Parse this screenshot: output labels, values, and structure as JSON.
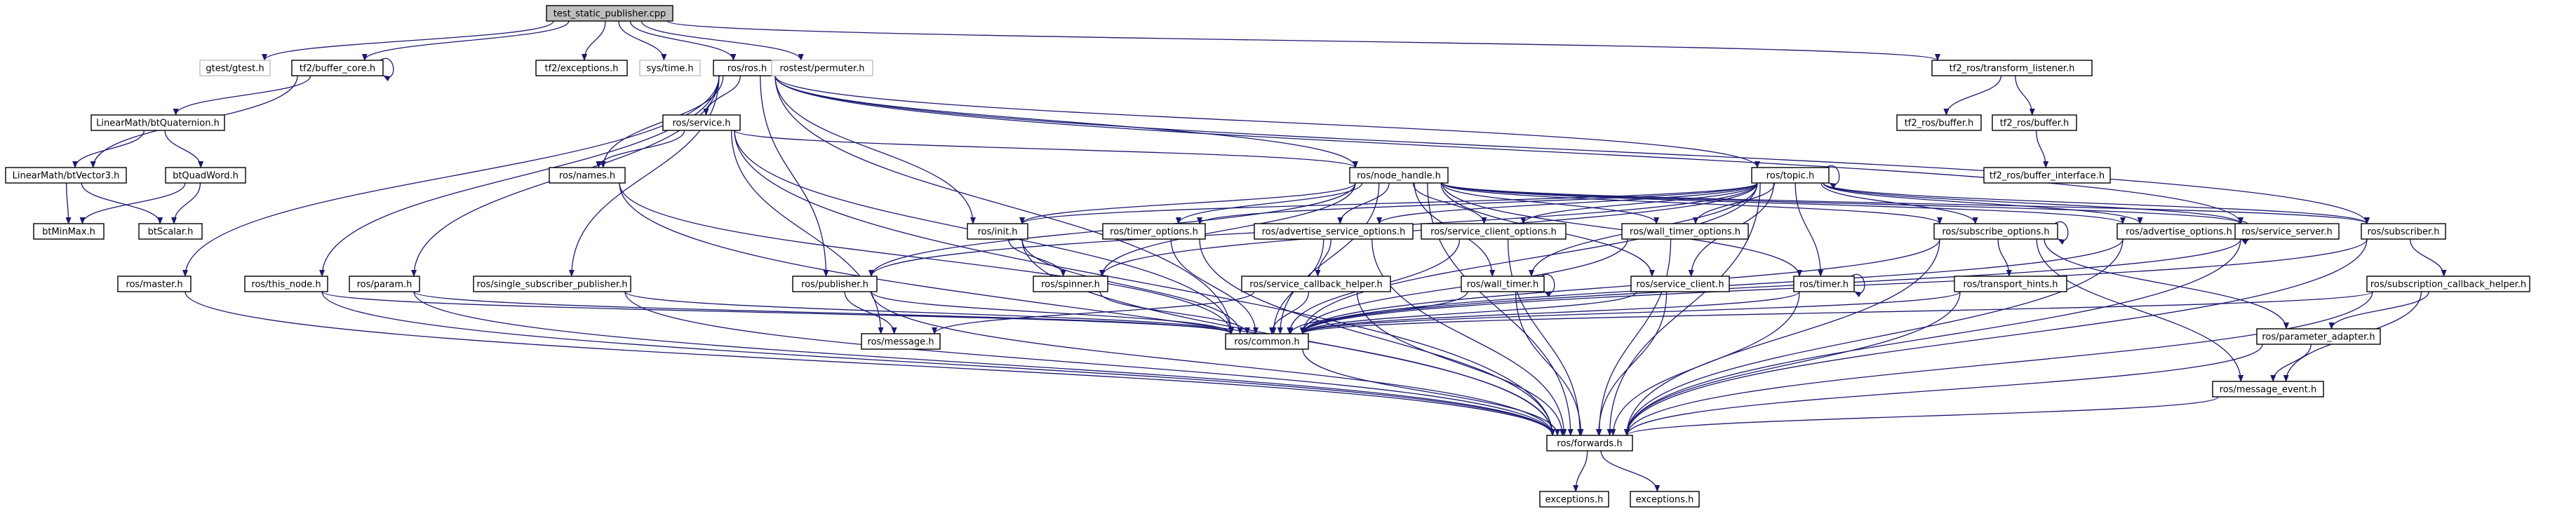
{
  "graph": {
    "root": "test_static_publisher.cpp",
    "nodes": [
      {
        "id": "root",
        "label": "test_static_publisher.cpp",
        "kind": "root"
      },
      {
        "id": "gtest",
        "label": "gtest/gtest.h",
        "kind": "external"
      },
      {
        "id": "buffer_core",
        "label": "tf2/buffer_core.h",
        "kind": "header"
      },
      {
        "id": "tf2_exceptions",
        "label": "tf2/exceptions.h",
        "kind": "header"
      },
      {
        "id": "sys_time",
        "label": "sys/time.h",
        "kind": "external"
      },
      {
        "id": "ros_h",
        "label": "ros/ros.h",
        "kind": "header"
      },
      {
        "id": "permuter",
        "label": "rostest/permuter.h",
        "kind": "external"
      },
      {
        "id": "transform_listener",
        "label": "tf2_ros/transform_listener.h",
        "kind": "header"
      },
      {
        "id": "quaternion",
        "label": "LinearMath/btQuaternion.h",
        "kind": "header"
      },
      {
        "id": "vector3",
        "label": "LinearMath/btVector3.h",
        "kind": "header"
      },
      {
        "id": "quadword",
        "label": "btQuadWord.h",
        "kind": "header"
      },
      {
        "id": "minmax",
        "label": "btMinMax.h",
        "kind": "header"
      },
      {
        "id": "scalar",
        "label": "btScalar.h",
        "kind": "header"
      },
      {
        "id": "service_h",
        "label": "ros/service.h",
        "kind": "header"
      },
      {
        "id": "names_h",
        "label": "ros/names.h",
        "kind": "header"
      },
      {
        "id": "node_handle",
        "label": "ros/node_handle.h",
        "kind": "header"
      },
      {
        "id": "topic_h",
        "label": "ros/topic.h",
        "kind": "header"
      },
      {
        "id": "tf2_buffer_a",
        "label": "tf2_ros/buffer.h",
        "kind": "header"
      },
      {
        "id": "tf2_buffer_b",
        "label": "tf2_ros/buffer.h",
        "kind": "header"
      },
      {
        "id": "buffer_interface",
        "label": "tf2_ros/buffer_interface.h",
        "kind": "header"
      },
      {
        "id": "master_h",
        "label": "ros/master.h",
        "kind": "header"
      },
      {
        "id": "this_node",
        "label": "ros/this_node.h",
        "kind": "header"
      },
      {
        "id": "param_h",
        "label": "ros/param.h",
        "kind": "header"
      },
      {
        "id": "single_sub_pub",
        "label": "ros/single_subscriber_publisher.h",
        "kind": "header"
      },
      {
        "id": "publisher_h",
        "label": "ros/publisher.h",
        "kind": "header"
      },
      {
        "id": "init_h",
        "label": "ros/init.h",
        "kind": "header"
      },
      {
        "id": "spinner_h",
        "label": "ros/spinner.h",
        "kind": "header"
      },
      {
        "id": "timer_options",
        "label": "ros/timer_options.h",
        "kind": "header"
      },
      {
        "id": "advertise_service_options",
        "label": "ros/advertise_service_options.h",
        "kind": "header"
      },
      {
        "id": "service_callback_helper",
        "label": "ros/service_callback_helper.h",
        "kind": "header"
      },
      {
        "id": "service_client_options",
        "label": "ros/service_client_options.h",
        "kind": "header"
      },
      {
        "id": "wall_timer_options",
        "label": "ros/wall_timer_options.h",
        "kind": "header"
      },
      {
        "id": "wall_timer",
        "label": "ros/wall_timer.h",
        "kind": "header"
      },
      {
        "id": "service_client",
        "label": "ros/service_client.h",
        "kind": "header"
      },
      {
        "id": "timer_h",
        "label": "ros/timer.h",
        "kind": "header"
      },
      {
        "id": "subscribe_options",
        "label": "ros/subscribe_options.h",
        "kind": "header"
      },
      {
        "id": "transport_hints",
        "label": "ros/transport_hints.h",
        "kind": "header"
      },
      {
        "id": "advertise_options",
        "label": "ros/advertise_options.h",
        "kind": "header"
      },
      {
        "id": "service_server",
        "label": "ros/service_server.h",
        "kind": "header"
      },
      {
        "id": "subscriber_h",
        "label": "ros/subscriber.h",
        "kind": "header"
      },
      {
        "id": "sub_callback_helper",
        "label": "ros/subscription_callback_helper.h",
        "kind": "header"
      },
      {
        "id": "parameter_adapter",
        "label": "ros/parameter_adapter.h",
        "kind": "header"
      },
      {
        "id": "message_event",
        "label": "ros/message_event.h",
        "kind": "header"
      },
      {
        "id": "message_h",
        "label": "ros/message.h",
        "kind": "header"
      },
      {
        "id": "common_h",
        "label": "ros/common.h",
        "kind": "header"
      },
      {
        "id": "forwards_h",
        "label": "ros/forwards.h",
        "kind": "header"
      },
      {
        "id": "exceptions_a",
        "label": "exceptions.h",
        "kind": "header"
      },
      {
        "id": "exceptions_b",
        "label": "exceptions.h",
        "kind": "header"
      }
    ],
    "edges": [
      [
        "root",
        "gtest"
      ],
      [
        "root",
        "buffer_core"
      ],
      [
        "root",
        "tf2_exceptions"
      ],
      [
        "root",
        "sys_time"
      ],
      [
        "root",
        "ros_h"
      ],
      [
        "root",
        "permuter"
      ],
      [
        "root",
        "transform_listener"
      ],
      [
        "buffer_core",
        "buffer_core"
      ],
      [
        "buffer_core",
        "quaternion"
      ],
      [
        "buffer_core",
        "vector3"
      ],
      [
        "quaternion",
        "vector3"
      ],
      [
        "quaternion",
        "quadword"
      ],
      [
        "vector3",
        "minmax"
      ],
      [
        "vector3",
        "scalar"
      ],
      [
        "quadword",
        "minmax"
      ],
      [
        "quadword",
        "scalar"
      ],
      [
        "transform_listener",
        "tf2_buffer_a"
      ],
      [
        "transform_listener",
        "tf2_buffer_b"
      ],
      [
        "tf2_buffer_b",
        "buffer_interface"
      ],
      [
        "ros_h",
        "master_h"
      ],
      [
        "ros_h",
        "this_node"
      ],
      [
        "ros_h",
        "param_h"
      ],
      [
        "ros_h",
        "single_sub_pub"
      ],
      [
        "ros_h",
        "service_h"
      ],
      [
        "ros_h",
        "names_h"
      ],
      [
        "ros_h",
        "publisher_h"
      ],
      [
        "ros_h",
        "common_h"
      ],
      [
        "ros_h",
        "init_h"
      ],
      [
        "ros_h",
        "node_handle"
      ],
      [
        "ros_h",
        "topic_h"
      ],
      [
        "ros_h",
        "service_server"
      ],
      [
        "ros_h",
        "subscriber_h"
      ],
      [
        "service_h",
        "names_h"
      ],
      [
        "service_h",
        "node_handle"
      ],
      [
        "service_h",
        "message_h"
      ],
      [
        "service_h",
        "common_h"
      ],
      [
        "service_h",
        "forwards_h"
      ],
      [
        "names_h",
        "forwards_h"
      ],
      [
        "names_h",
        "common_h"
      ],
      [
        "master_h",
        "forwards_h"
      ],
      [
        "this_node",
        "forwards_h"
      ],
      [
        "this_node",
        "common_h"
      ],
      [
        "param_h",
        "forwards_h"
      ],
      [
        "param_h",
        "common_h"
      ],
      [
        "single_sub_pub",
        "forwards_h"
      ],
      [
        "single_sub_pub",
        "common_h"
      ],
      [
        "node_handle",
        "publisher_h"
      ],
      [
        "node_handle",
        "init_h"
      ],
      [
        "node_handle",
        "spinner_h"
      ],
      [
        "node_handle",
        "timer_options"
      ],
      [
        "node_handle",
        "advertise_service_options"
      ],
      [
        "node_handle",
        "service_client_options"
      ],
      [
        "node_handle",
        "wall_timer_options"
      ],
      [
        "node_handle",
        "wall_timer"
      ],
      [
        "node_handle",
        "service_client"
      ],
      [
        "node_handle",
        "timer_h"
      ],
      [
        "node_handle",
        "subscribe_options"
      ],
      [
        "node_handle",
        "advertise_options"
      ],
      [
        "node_handle",
        "service_server"
      ],
      [
        "node_handle",
        "subscriber_h"
      ],
      [
        "node_handle",
        "common_h"
      ],
      [
        "node_handle",
        "forwards_h"
      ],
      [
        "topic_h",
        "topic_h"
      ],
      [
        "topic_h",
        "publisher_h"
      ],
      [
        "topic_h",
        "init_h"
      ],
      [
        "topic_h",
        "spinner_h"
      ],
      [
        "topic_h",
        "timer_options"
      ],
      [
        "topic_h",
        "advertise_service_options"
      ],
      [
        "topic_h",
        "service_client_options"
      ],
      [
        "topic_h",
        "wall_timer_options"
      ],
      [
        "topic_h",
        "wall_timer"
      ],
      [
        "topic_h",
        "service_client"
      ],
      [
        "topic_h",
        "timer_h"
      ],
      [
        "topic_h",
        "subscribe_options"
      ],
      [
        "topic_h",
        "advertise_options"
      ],
      [
        "topic_h",
        "service_server"
      ],
      [
        "topic_h",
        "subscriber_h"
      ],
      [
        "topic_h",
        "common_h"
      ],
      [
        "topic_h",
        "forwards_h"
      ],
      [
        "publisher_h",
        "message_h"
      ],
      [
        "publisher_h",
        "common_h"
      ],
      [
        "publisher_h",
        "forwards_h"
      ],
      [
        "init_h",
        "spinner_h"
      ],
      [
        "init_h",
        "common_h"
      ],
      [
        "init_h",
        "forwards_h"
      ],
      [
        "spinner_h",
        "common_h"
      ],
      [
        "timer_options",
        "common_h"
      ],
      [
        "timer_options",
        "forwards_h"
      ],
      [
        "advertise_service_options",
        "service_callback_helper"
      ],
      [
        "advertise_service_options",
        "common_h"
      ],
      [
        "advertise_service_options",
        "forwards_h"
      ],
      [
        "service_callback_helper",
        "message_h"
      ],
      [
        "service_callback_helper",
        "common_h"
      ],
      [
        "service_callback_helper",
        "forwards_h"
      ],
      [
        "service_client_options",
        "common_h"
      ],
      [
        "service_client_options",
        "forwards_h"
      ],
      [
        "wall_timer_options",
        "common_h"
      ],
      [
        "wall_timer_options",
        "forwards_h"
      ],
      [
        "wall_timer",
        "wall_timer"
      ],
      [
        "wall_timer",
        "common_h"
      ],
      [
        "wall_timer",
        "forwards_h"
      ],
      [
        "service_client",
        "common_h"
      ],
      [
        "service_client",
        "forwards_h"
      ],
      [
        "timer_h",
        "timer_h"
      ],
      [
        "timer_h",
        "common_h"
      ],
      [
        "timer_h",
        "forwards_h"
      ],
      [
        "subscribe_options",
        "subscribe_options"
      ],
      [
        "subscribe_options",
        "transport_hints"
      ],
      [
        "subscribe_options",
        "common_h"
      ],
      [
        "subscribe_options",
        "parameter_adapter"
      ],
      [
        "subscribe_options",
        "message_event"
      ],
      [
        "subscribe_options",
        "forwards_h"
      ],
      [
        "transport_hints",
        "common_h"
      ],
      [
        "transport_hints",
        "forwards_h"
      ],
      [
        "advertise_options",
        "advertise_options"
      ],
      [
        "advertise_options",
        "common_h"
      ],
      [
        "advertise_options",
        "forwards_h"
      ],
      [
        "service_server",
        "common_h"
      ],
      [
        "service_server",
        "forwards_h"
      ],
      [
        "subscriber_h",
        "sub_callback_helper"
      ],
      [
        "subscriber_h",
        "common_h"
      ],
      [
        "subscriber_h",
        "forwards_h"
      ],
      [
        "sub_callback_helper",
        "parameter_adapter"
      ],
      [
        "sub_callback_helper",
        "message_event"
      ],
      [
        "sub_callback_helper",
        "common_h"
      ],
      [
        "sub_callback_helper",
        "forwards_h"
      ],
      [
        "parameter_adapter",
        "message_event"
      ],
      [
        "parameter_adapter",
        "forwards_h"
      ],
      [
        "message_event",
        "forwards_h"
      ],
      [
        "common_h",
        "forwards_h"
      ],
      [
        "forwards_h",
        "exceptions_a"
      ],
      [
        "forwards_h",
        "exceptions_b"
      ]
    ]
  },
  "colors": {
    "edge": "#191970",
    "node_border": "#000000",
    "external_border": "#bfbfbf",
    "root_fill": "#bfbfbf",
    "background": "#ffffff"
  }
}
